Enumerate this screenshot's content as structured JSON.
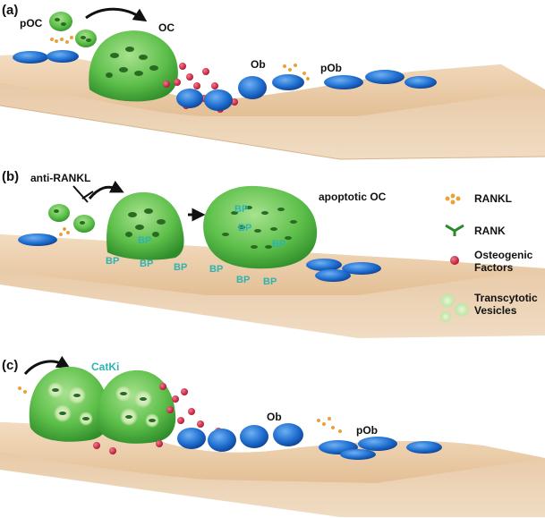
{
  "panels": [
    {
      "letter": "(a)",
      "labels": {
        "poc": "pOC",
        "oc": "OC",
        "ob": "Ob",
        "pob": "pOb"
      }
    },
    {
      "letter": "(b)",
      "labels": {
        "inhibitor": "anti-RANKL",
        "apoptotic": "apoptotic OC",
        "bp": "BP"
      }
    },
    {
      "letter": "(c)",
      "labels": {
        "inhibitor": "CatKi",
        "ob": "Ob",
        "pob": "pOb"
      }
    }
  ],
  "legend": [
    {
      "icon": "rankl-icon",
      "lines": [
        "RANKL"
      ]
    },
    {
      "icon": "rank-icon",
      "lines": [
        "RANK"
      ]
    },
    {
      "icon": "osteogenic-factor-icon",
      "lines": [
        "Osteogenic",
        "Factors"
      ]
    },
    {
      "icon": "transcytotic-vesicle-icon",
      "lines": [
        "Transcytotic",
        "Vesicles"
      ]
    }
  ],
  "colors": {
    "osteoclast_green": "#5dbf4a",
    "osteoblast_blue": "#1f6fd1",
    "bone_tan": "#e9c9a3",
    "factor_red": "#c8203a",
    "bp_teal": "#2fb3b0"
  }
}
